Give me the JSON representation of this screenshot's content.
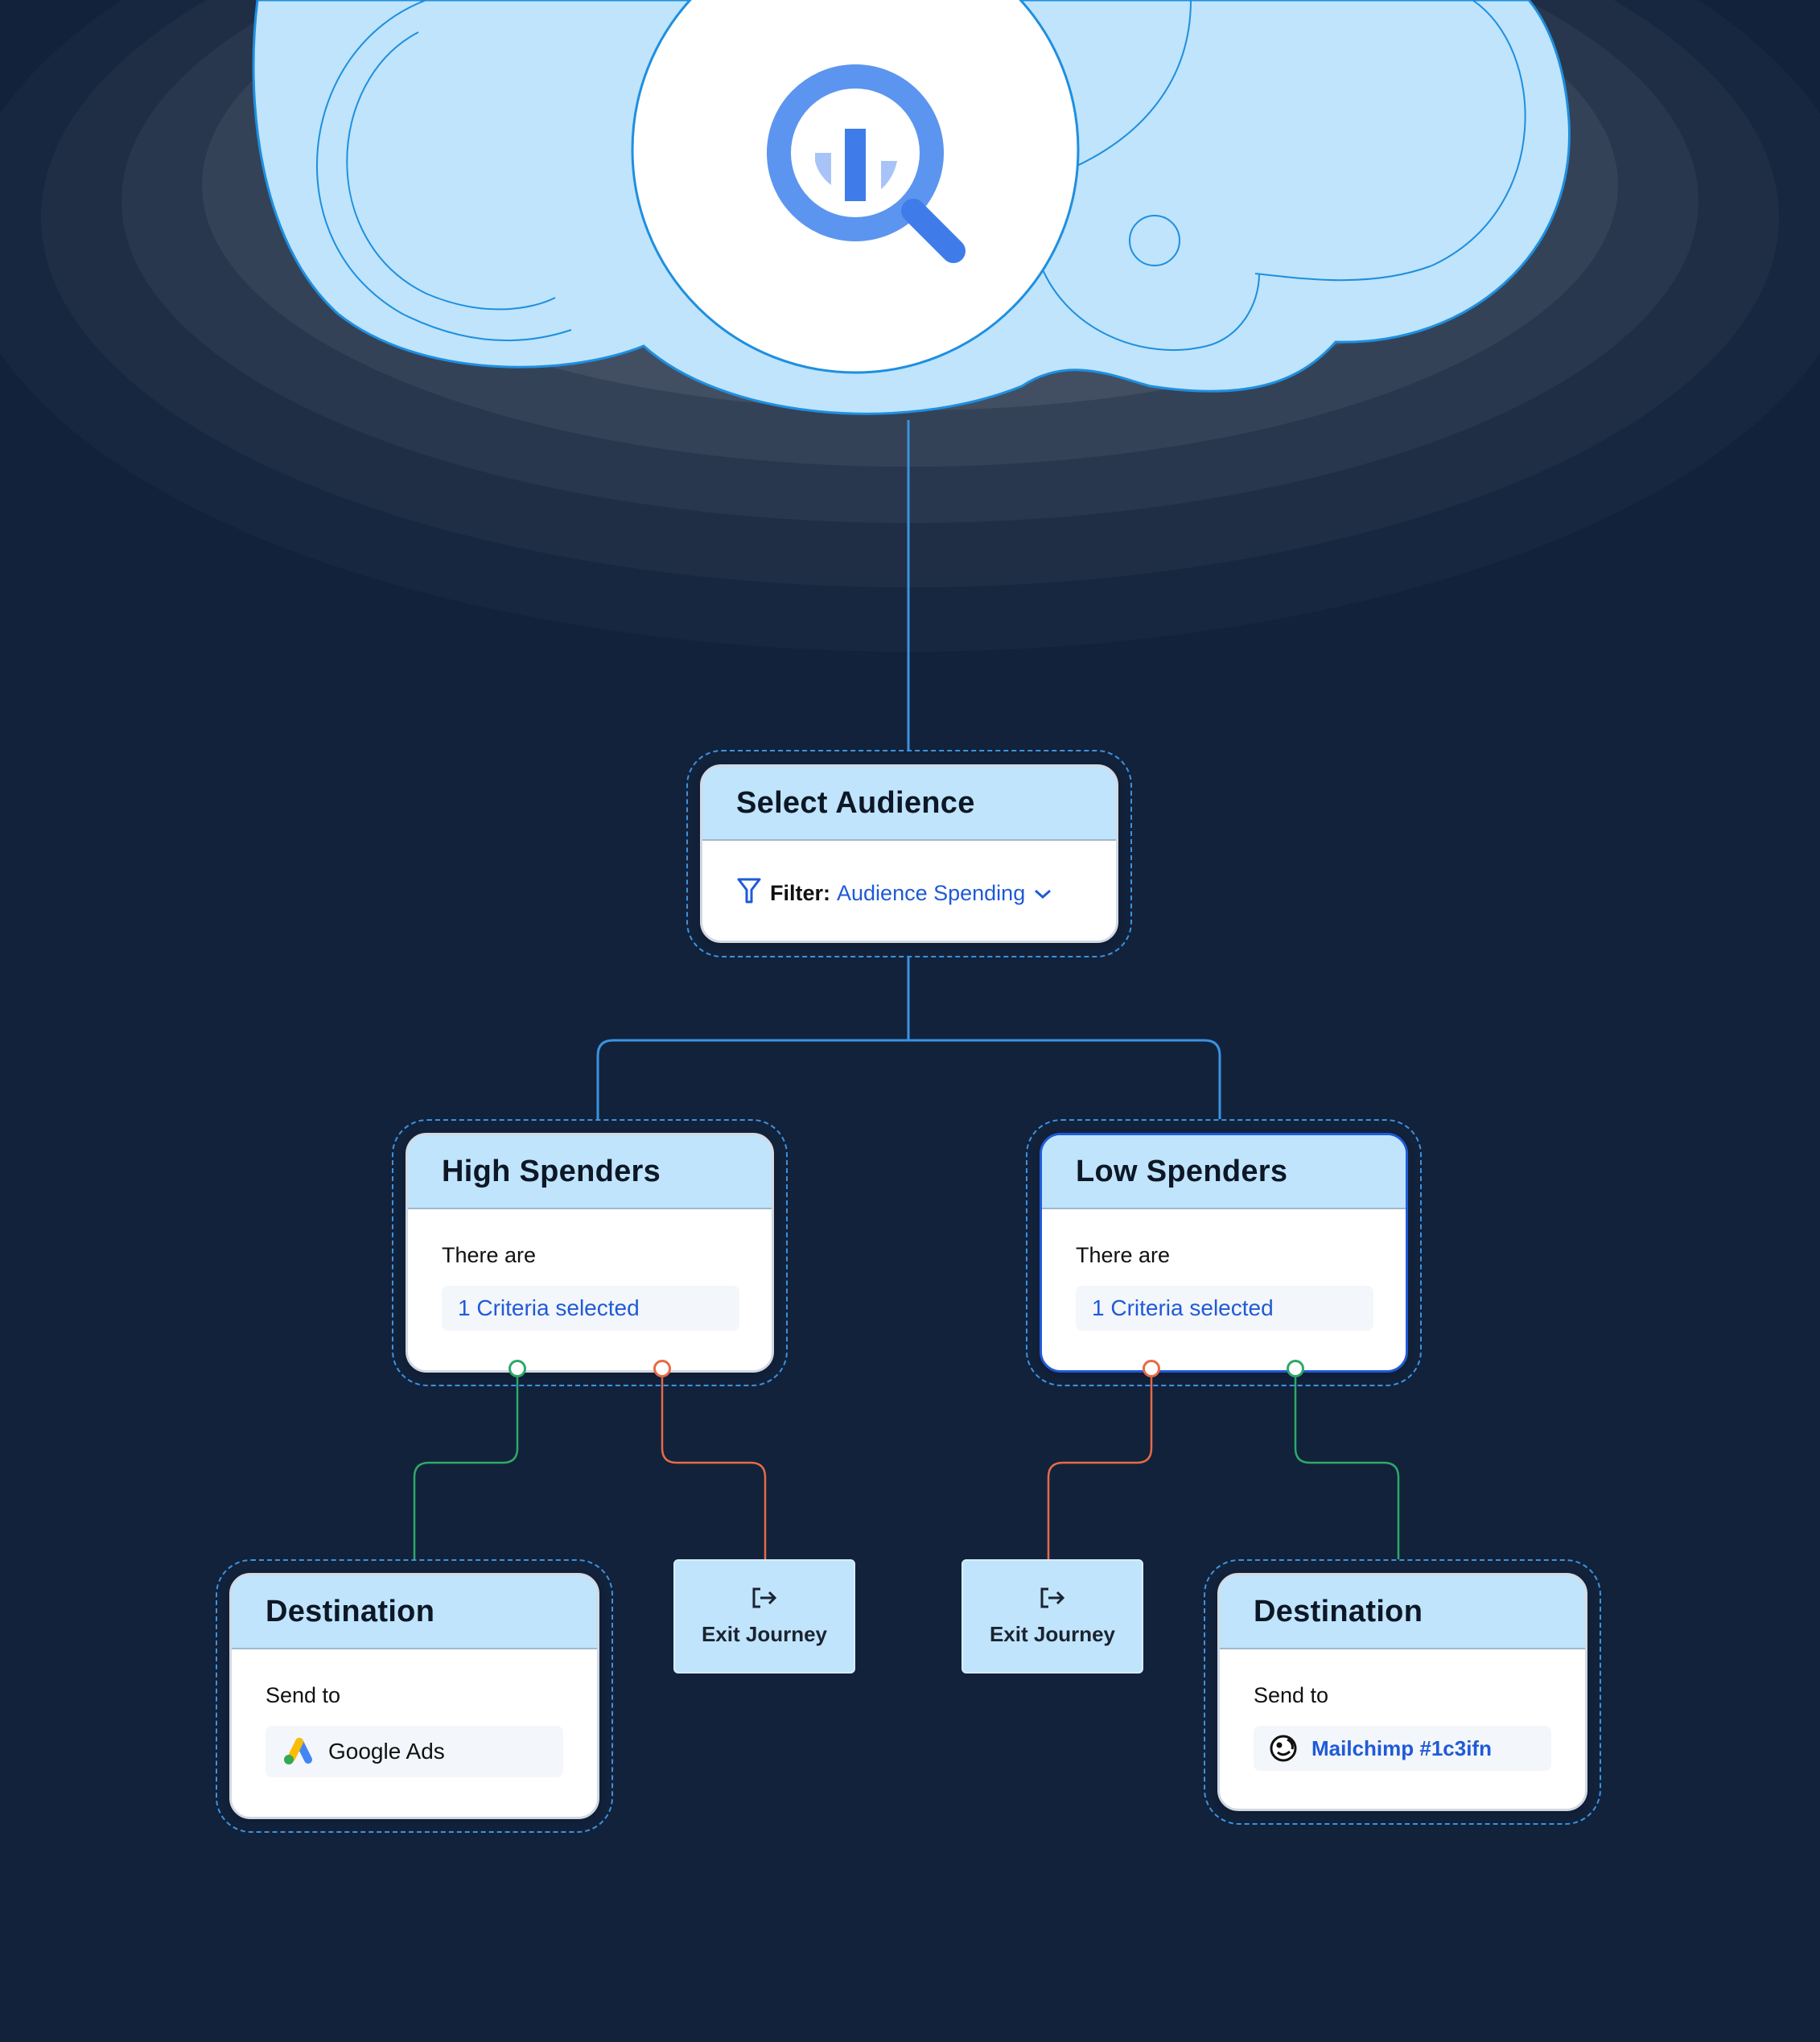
{
  "colors": {
    "background": "#12223b",
    "cloud_fill": "#bfe4fb",
    "cloud_stroke": "#1e8fe0",
    "header_fill": "#bfe4fb",
    "accent_blue": "#1f5ad8",
    "connector_blue": "#3a93e0",
    "yes_green": "#2ea86a",
    "no_orange": "#e76a46"
  },
  "source": {
    "icon": "bigquery-magnifier-icon"
  },
  "select_audience": {
    "title": "Select Audience",
    "filter_key": "Filter:",
    "filter_value": "Audience Spending",
    "filter_icon": "funnel-icon",
    "dropdown_icon": "chevron-down-icon"
  },
  "high_spenders": {
    "title": "High Spenders",
    "label": "There are",
    "criteria": "1 Criteria selected"
  },
  "low_spenders": {
    "title": "Low Spenders",
    "label": "There are",
    "criteria": "1 Criteria selected"
  },
  "destination_left": {
    "title": "Destination",
    "label": "Send to",
    "target": "Google Ads",
    "target_icon": "google-ads-icon"
  },
  "destination_right": {
    "title": "Destination",
    "label": "Send to",
    "target": "Mailchimp #1c3ifn",
    "target_icon": "mailchimp-icon"
  },
  "exit_left": {
    "label": "Exit Journey",
    "icon": "exit-icon"
  },
  "exit_right": {
    "label": "Exit Journey",
    "icon": "exit-icon"
  }
}
